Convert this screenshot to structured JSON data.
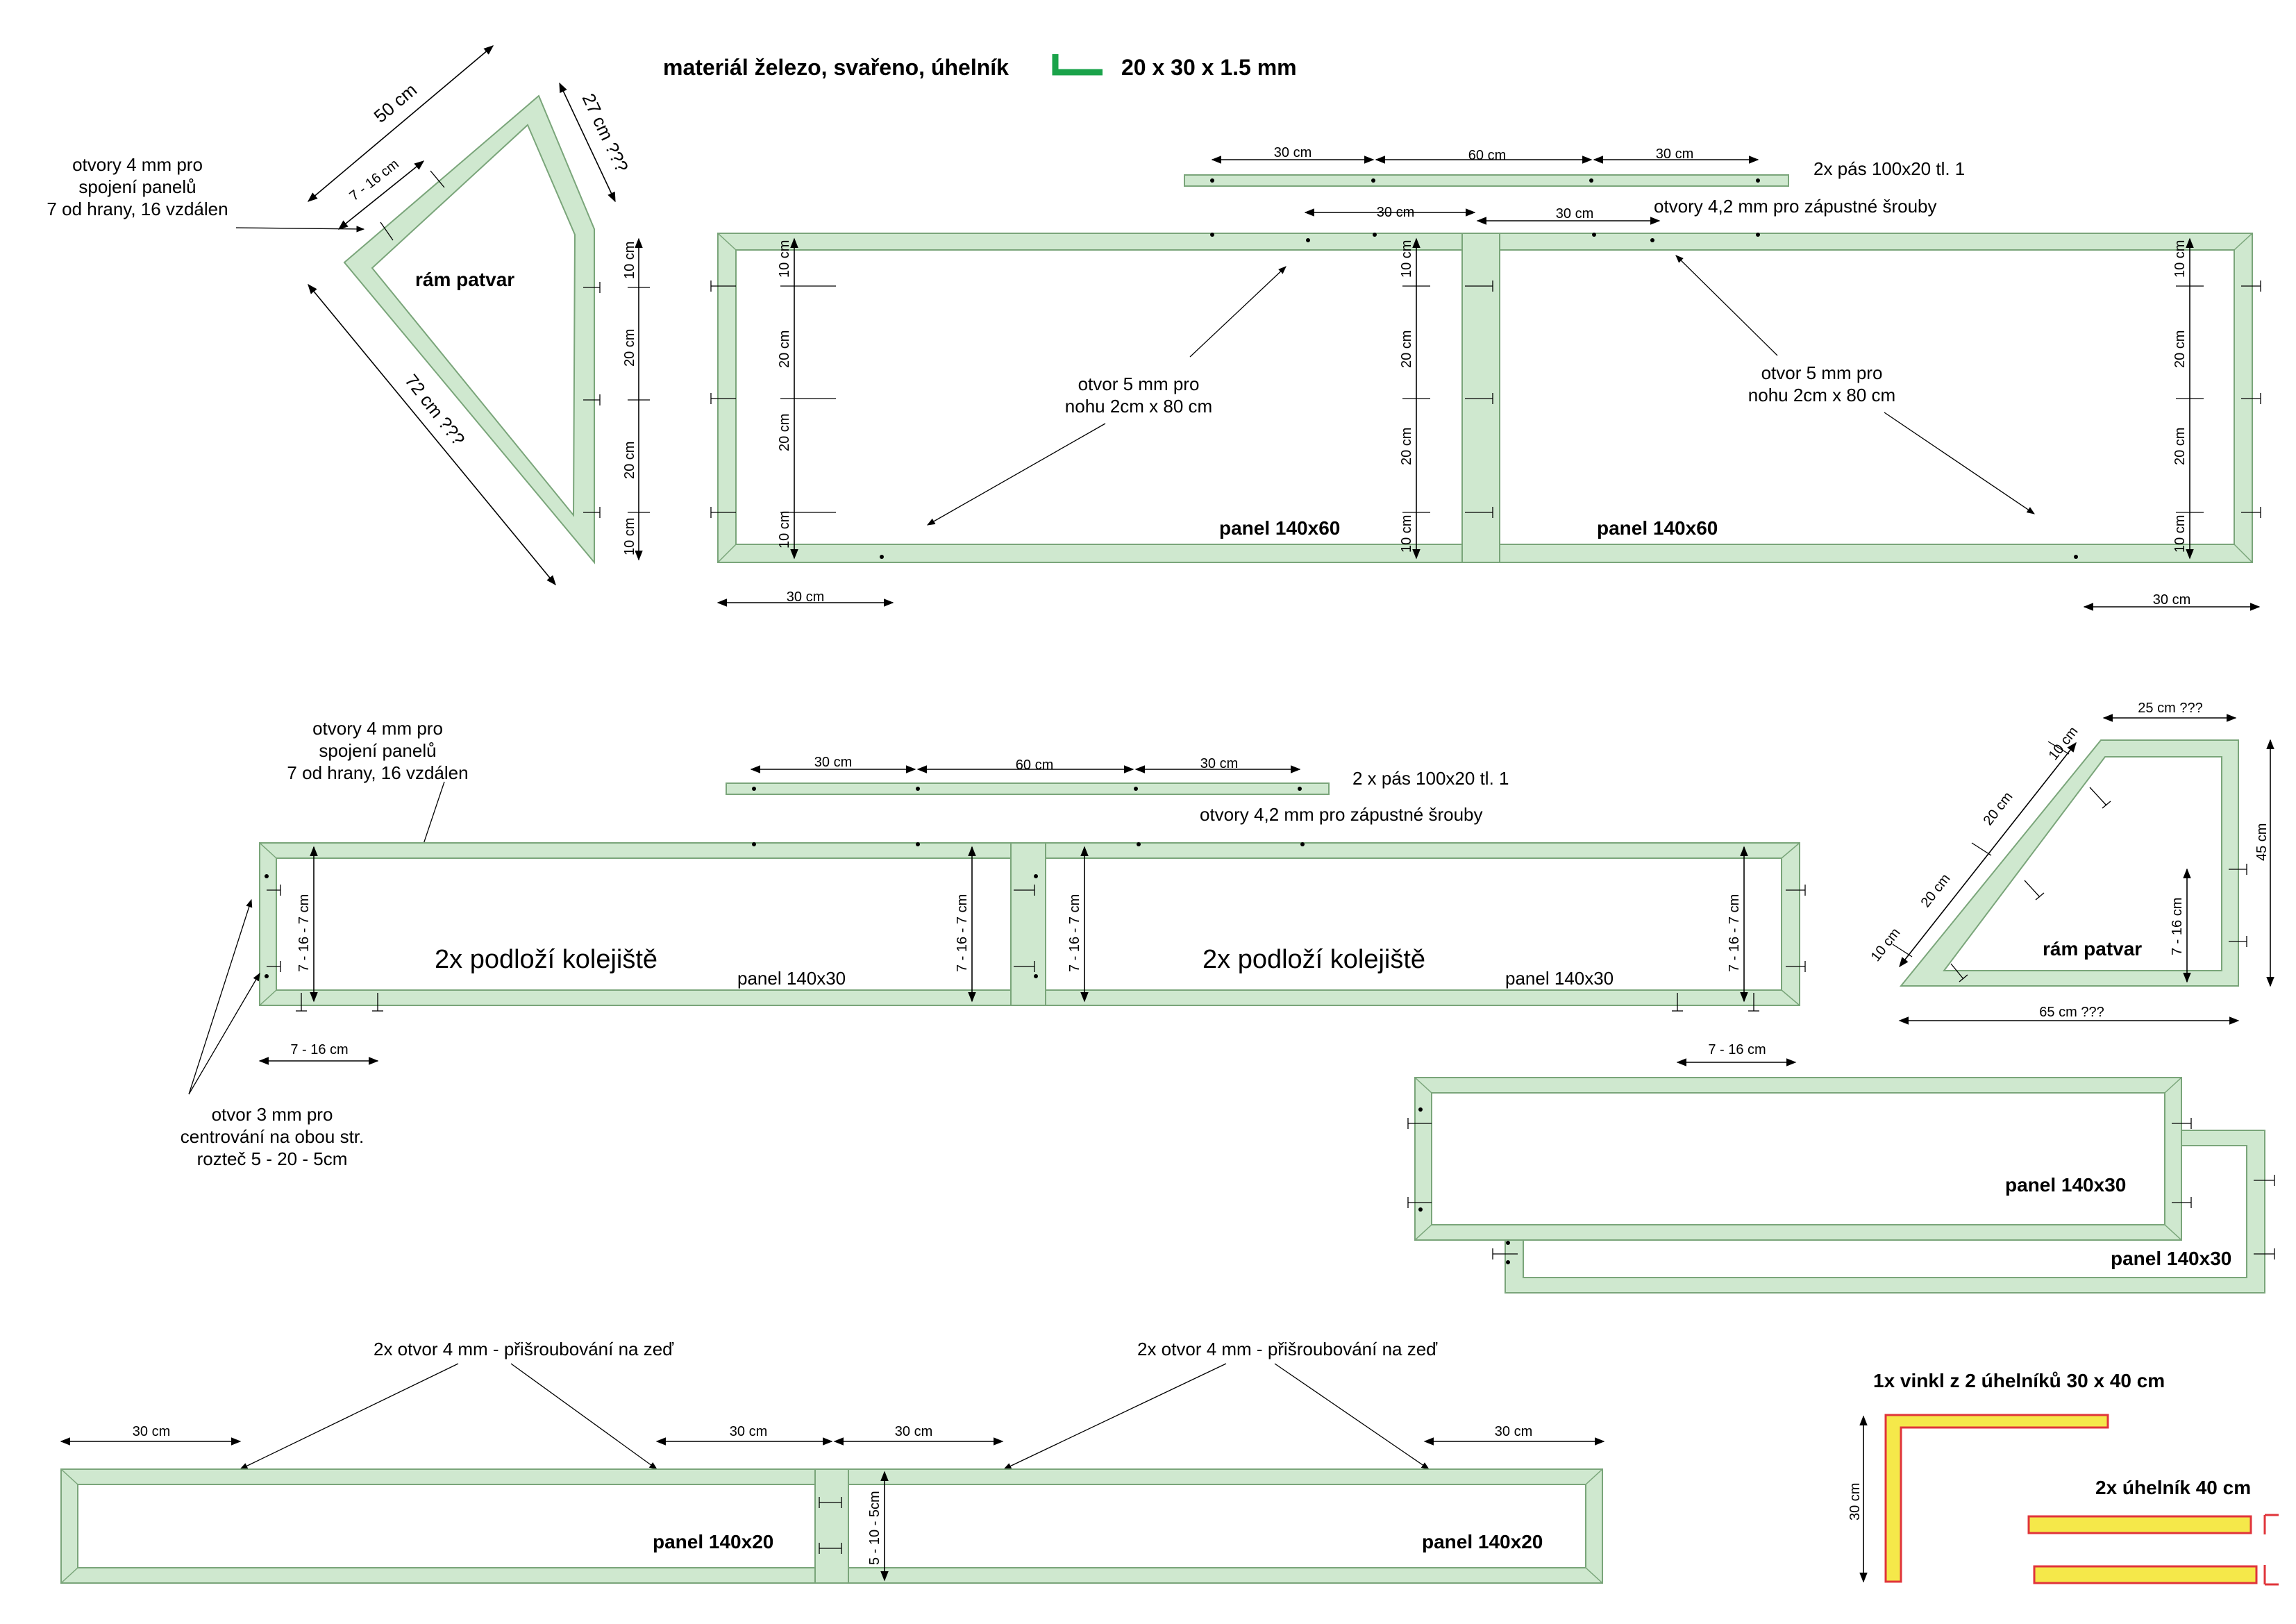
{
  "title": {
    "prefix": "materiál železo, svařeno, úhelník",
    "profile": "20 x 30 x 1.5 mm",
    "icon": "angle-profile-icon",
    "icon_color": "#1aa34a"
  },
  "colors": {
    "frame_fill": "#cfe8cf",
    "frame_stroke": "#7aa57a",
    "angle_fill": "#f5e84a",
    "angle_stroke": "#e0343a"
  },
  "top_left_frame": {
    "label": "rám  patvar",
    "dim_top": "50 cm",
    "dim_right": "27 cm ???",
    "dim_diag": "72 cm ???",
    "dim_small": "7 - 16 cm",
    "note": [
      "otvory 4 mm pro",
      "spojení panelů",
      "7 od hrany, 16 vzdálen"
    ],
    "vdims": [
      "10 cm",
      "20 cm",
      "20 cm",
      "10 cm"
    ]
  },
  "top_panels": {
    "strip_label": "2x pás 100x20  tl. 1",
    "strip_dims": [
      "30 cm",
      "60 cm",
      "30 cm"
    ],
    "screw_note": "otvory 4,2 mm pro zápustné šrouby",
    "top_dims": [
      "30 cm",
      "30 cm"
    ],
    "bottom_dims": [
      "30 cm",
      "30 cm"
    ],
    "leg_note_1": [
      "otvor 5 mm pro",
      "nohu 2cm  x 80 cm"
    ],
    "leg_note_2": [
      "otvor 5 mm pro",
      "nohu 2cm  x 80 cm"
    ],
    "panel_label_1": "panel 140x60",
    "panel_label_2": "panel 140x60",
    "vdims": [
      "10 cm",
      "20 cm",
      "20 cm",
      "10 cm"
    ]
  },
  "middle_panels": {
    "note": [
      "otvory 4 mm pro",
      "spojení panelů",
      "7 od hrany, 16 vzdálen"
    ],
    "strip_label": "2 x pás 100x20  tl. 1",
    "strip_dims": [
      "30 cm",
      "60 cm",
      "30 cm"
    ],
    "screw_note": "otvory 4,2 mm pro zápustné šrouby",
    "big_label_1": "2x podloží kolejiště",
    "big_label_2": "2x podloží kolejiště",
    "panel_label_1": "panel 140x30",
    "panel_label_2": "panel 140x30",
    "vdim": "7 - 16 - 7 cm",
    "dim_left": "7 - 16 cm",
    "dim_right": "7 - 16 cm",
    "center_note": [
      "otvor 3 mm pro",
      "centrování na obou str.",
      "rozteč 5 - 20 - 5cm"
    ]
  },
  "right_frame": {
    "label": "rám  patvar",
    "dim_top": "25 cm ???",
    "dim_right": "45 cm",
    "dim_bottom": "65 cm ???",
    "dim_inner": "7 - 16 cm",
    "diag_dims": [
      "10 cm",
      "20 cm",
      "20 cm",
      "10 cm"
    ]
  },
  "right_panels": {
    "label_1": "panel 140x30",
    "label_2": "panel 140x30"
  },
  "bottom_panels": {
    "note_1": "2x otvor 4 mm - přišroubování na zeď",
    "note_2": "2x otvor 4 mm - přišroubování na zeď",
    "dims": [
      "30 cm",
      "30 cm",
      "30 cm",
      "30 cm"
    ],
    "panel_label_1": "panel 140x20",
    "panel_label_2": "panel 140x20",
    "vdim": "5 - 10 - 5cm"
  },
  "angles": {
    "title": "1x vinkl z 2 úhelníků 30 x 40 cm",
    "vdim": "30 cm",
    "label_2": "2x úhelník 40 cm"
  }
}
